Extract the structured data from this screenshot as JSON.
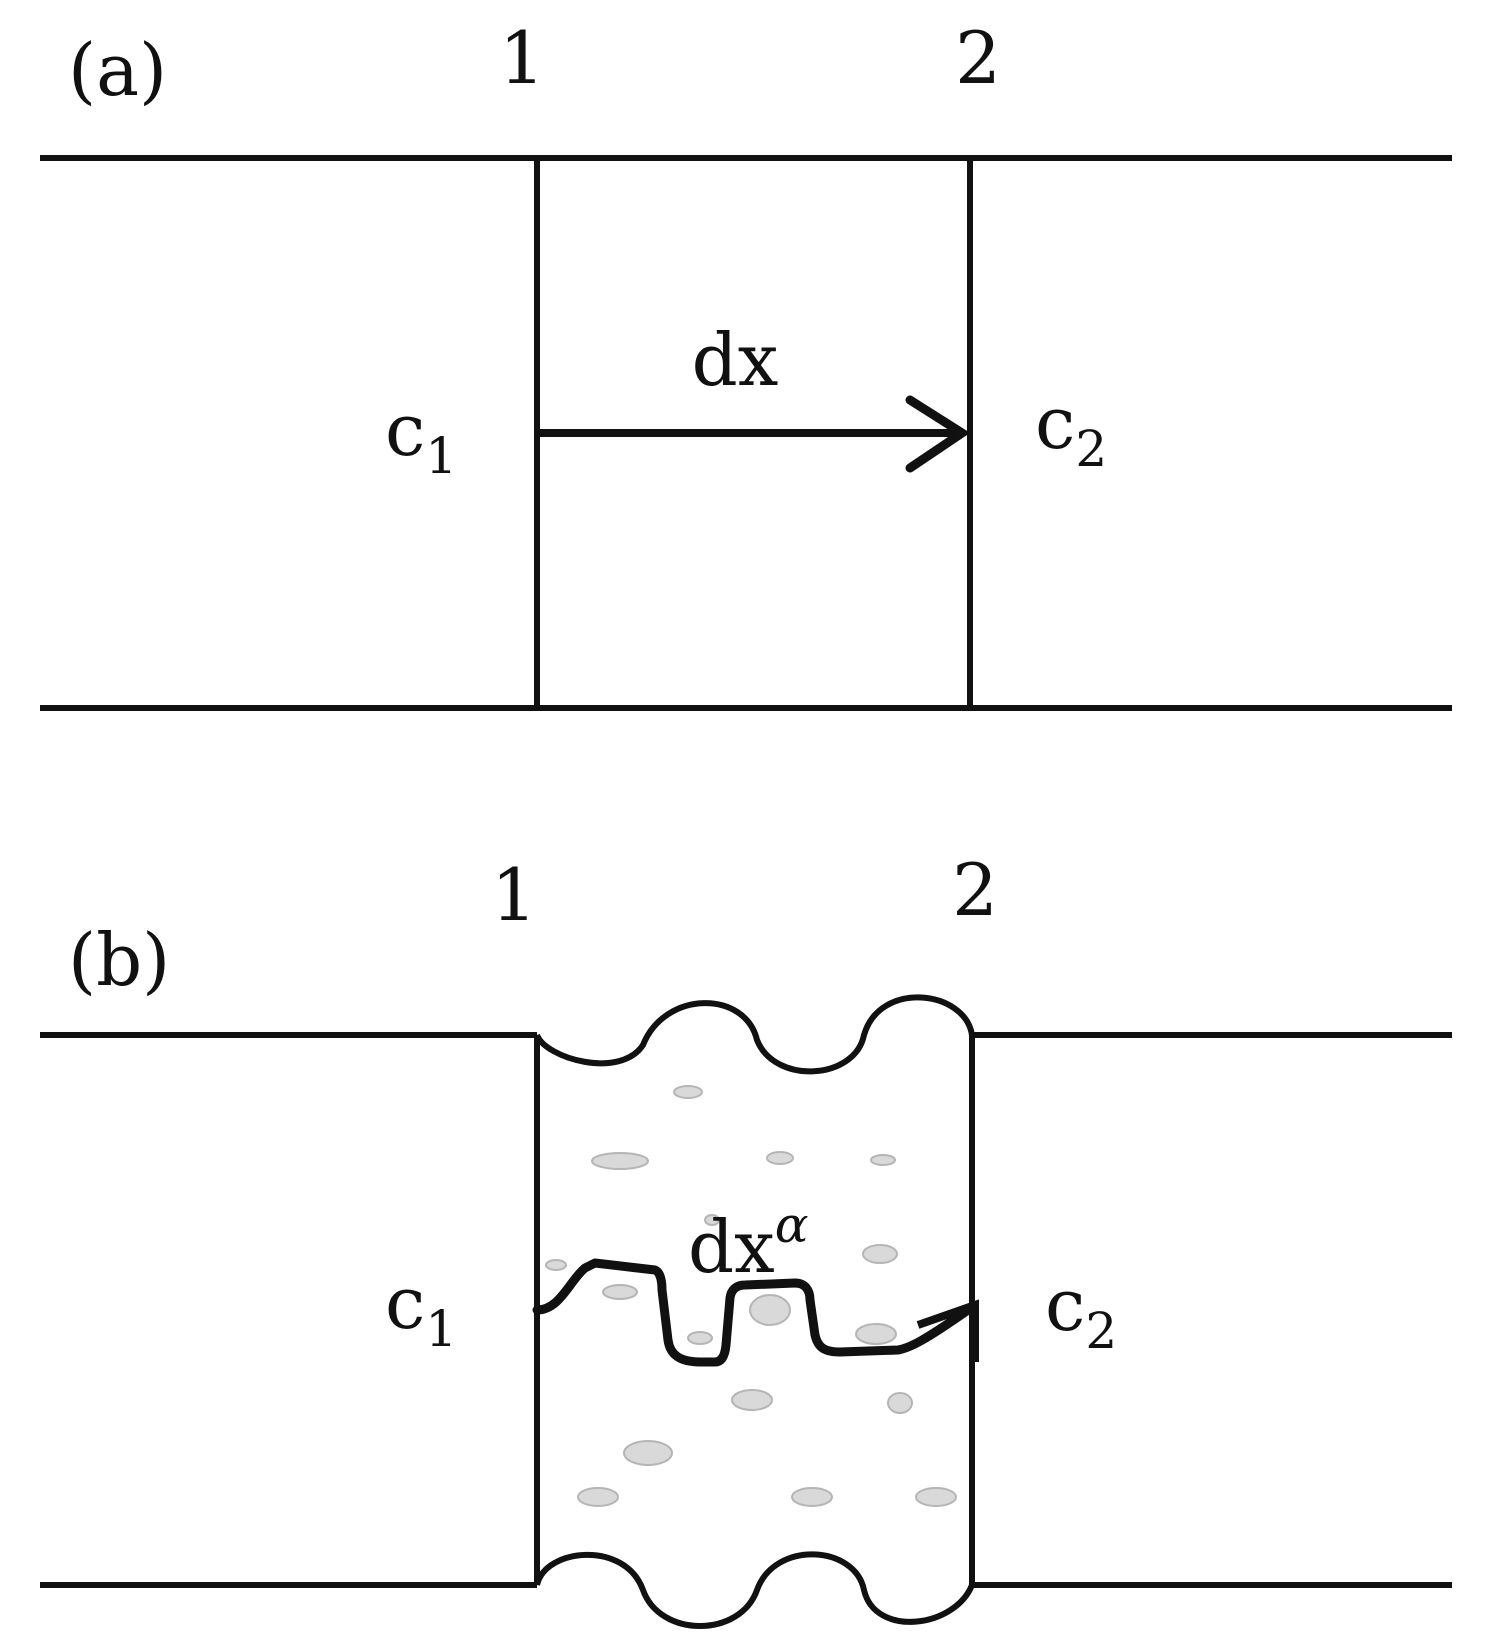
{
  "panel_a": {
    "label": "(a)",
    "section_1_label": "1",
    "section_2_label": "2",
    "displacement_label": "dx",
    "conc_left": {
      "base": "c",
      "sub": "1"
    },
    "conc_right": {
      "base": "c",
      "sub": "2"
    }
  },
  "panel_b": {
    "label": "(b)",
    "section_1_label": "1",
    "section_2_label": "2",
    "displacement_label": {
      "base": "dx",
      "sup": "α"
    },
    "conc_left": {
      "base": "c",
      "sub": "1"
    },
    "conc_right": {
      "base": "c",
      "sub": "2"
    }
  },
  "colors": {
    "line": "#111111",
    "pore": "#d9d9d9",
    "pore_outline": "#b5b5b5"
  }
}
